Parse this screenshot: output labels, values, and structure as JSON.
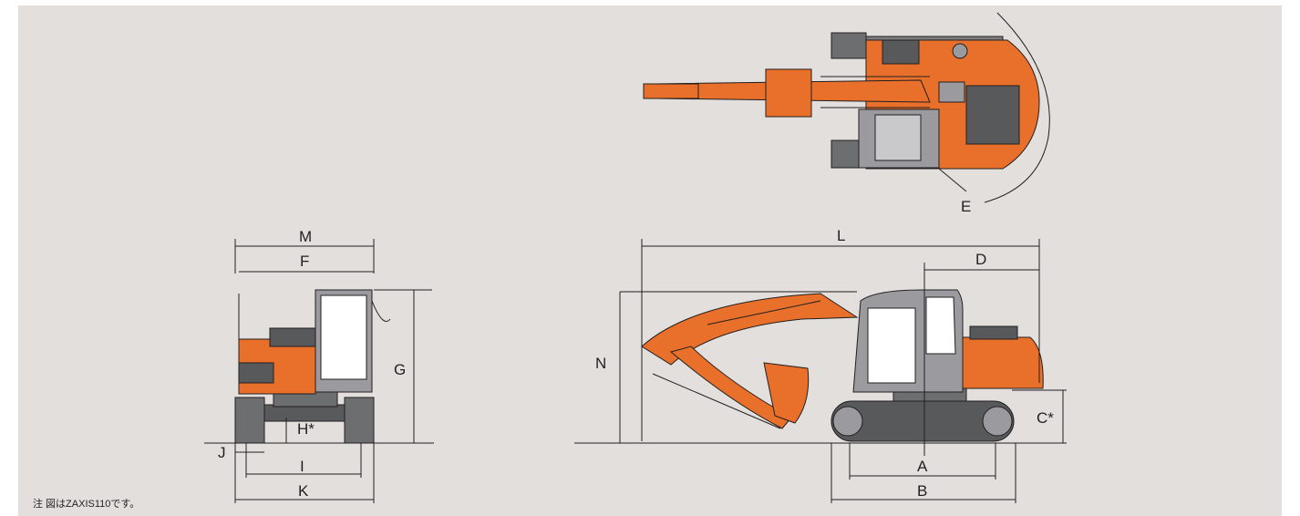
{
  "labels": {
    "a": "A",
    "b": "B",
    "c": "C*",
    "d": "D",
    "e": "E",
    "f": "F",
    "g": "G",
    "h": "H*",
    "i": "I",
    "j": "J",
    "k": "K",
    "l": "L",
    "m": "M",
    "n": "N"
  },
  "note": "注  図はZAXIS110です。",
  "colors": {
    "body": "#e8702a",
    "cab": "#9a9a9f",
    "track": "#595a5c",
    "background": "#e3dfdc"
  },
  "icons": [
    "excavator-top-view",
    "excavator-front-view",
    "excavator-side-view"
  ]
}
